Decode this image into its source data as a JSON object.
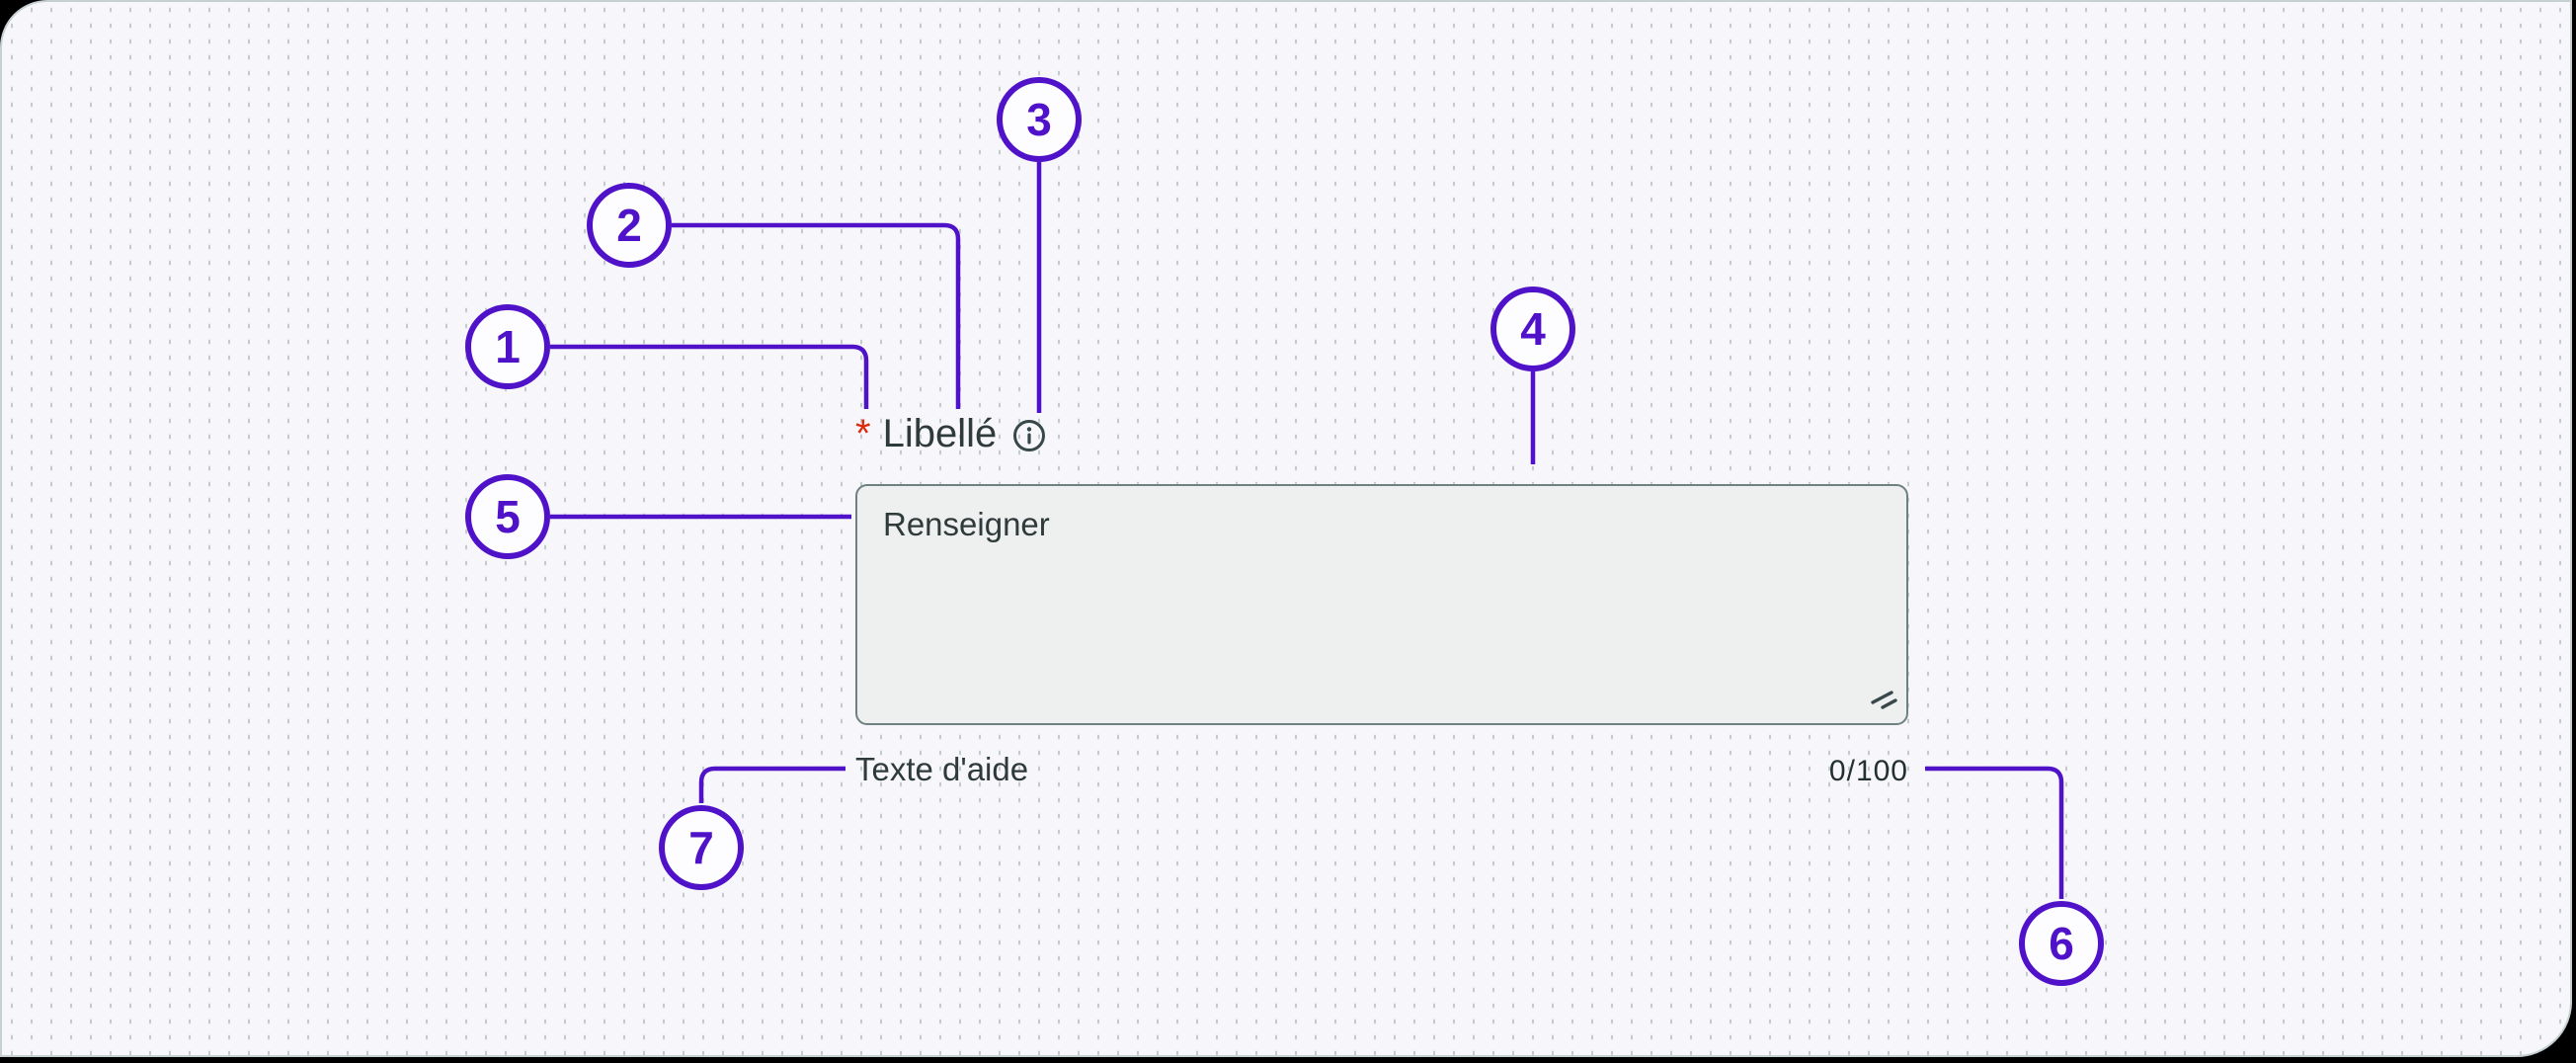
{
  "component": {
    "required_marker": "*",
    "label": "Libellé",
    "placeholder": "Renseigner",
    "helper_text": "Texte d'aide",
    "counter": "0/100"
  },
  "callouts": [
    {
      "number": "1"
    },
    {
      "number": "2"
    },
    {
      "number": "3"
    },
    {
      "number": "4"
    },
    {
      "number": "5"
    },
    {
      "number": "6"
    },
    {
      "number": "7"
    }
  ],
  "colors": {
    "accent_purple": "#4F12C9",
    "required_red": "#DC2B0C",
    "text_dark": "#2F3A3A",
    "field_background": "#EEF0EF",
    "field_border": "#6E8081",
    "canvas_background": "#F7F6FB",
    "dot_grid": "#C3CCCC"
  }
}
